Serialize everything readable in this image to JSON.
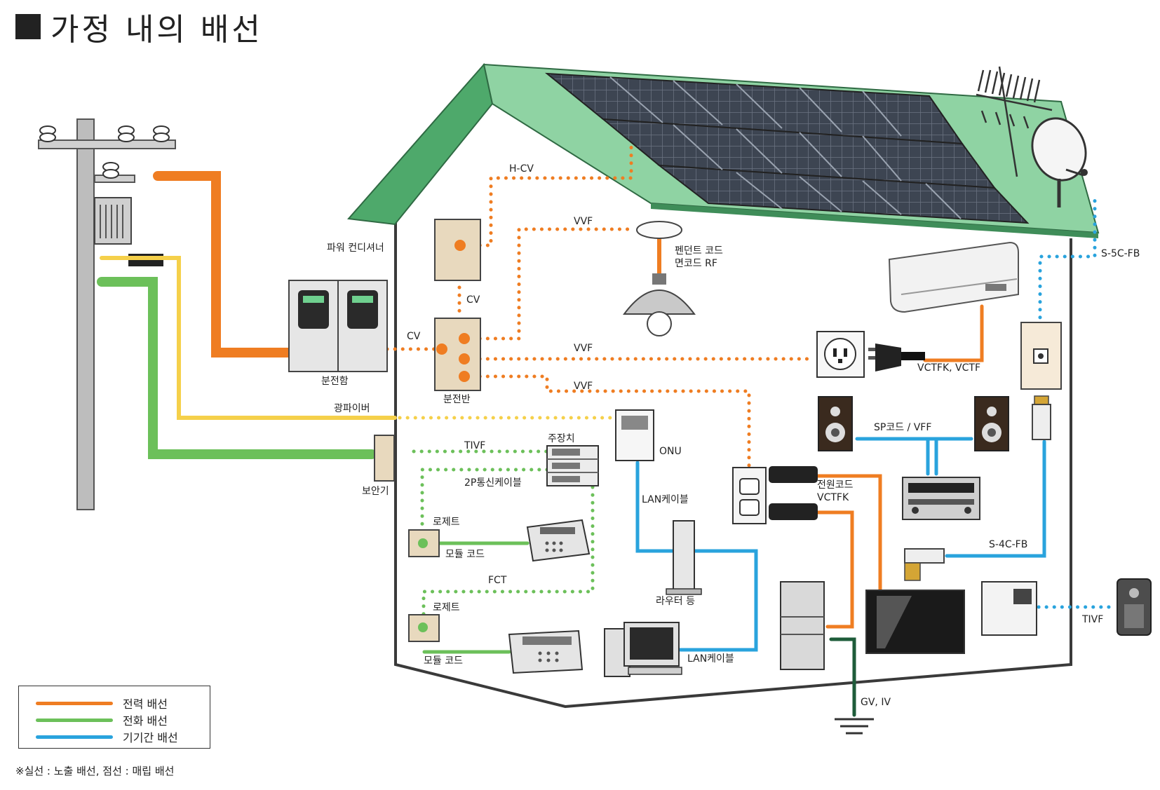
{
  "title": "가정 내의 배선",
  "labels": {
    "power_conditioner": "파워 컨디셔너",
    "h_cv": "H-CV",
    "vvf_top": "VVF",
    "pendant": "펜던트 코드\n면코드 RF",
    "cv_vertical": "CV",
    "cv_main": "CV",
    "meter_box": "분전함",
    "panel": "분전반",
    "vvf_mid": "VVF",
    "vvf_low": "VVF",
    "vctfk_vctf": "VCTFK, VCTF",
    "s5c_fb": "S-5C-FB",
    "fiber": "광파이버",
    "onu": "ONU",
    "tivf_top": "TIVF",
    "main_unit": "주장치",
    "two_pair": "2P통신케이블",
    "protector": "보안기",
    "rosette_1": "로제트",
    "module_cord_1": "모듈 코드",
    "fct": "FCT",
    "rosette_2": "로제트",
    "module_cord_2": "모듈 코드",
    "lan_cable_1": "LAN케이블",
    "router": "라우터 등",
    "lan_cable_2": "LAN케이블",
    "sp_cord": "SP코드 / VFF",
    "power_cord": "전원코드\nVCTFK",
    "s4c_fb": "S-4C-FB",
    "tivf_right": "TIVF",
    "gv_iv": "GV, IV"
  },
  "legend": [
    {
      "label": "전력 배선",
      "color": "#ef7d22"
    },
    {
      "label": "전화 배선",
      "color": "#6cc05a"
    },
    {
      "label": "기기간 배선",
      "color": "#29a3dd"
    }
  ],
  "note": "※실선 : 노출 배선, 점선 : 매립 배선",
  "colors": {
    "power": "#ef7d22",
    "phone": "#6cc05a",
    "device": "#29a3dd",
    "fiber": "#f5d04a",
    "ground": "#1e5c3a",
    "roof": "#5dbb7b",
    "panel_beige": "#e8d9be"
  },
  "icons": [
    "utility-pole-icon",
    "solar-panel-icon",
    "tv-antenna-icon",
    "satellite-dish-icon",
    "meter-box-icon",
    "distribution-panel-icon",
    "power-conditioner-icon",
    "pendant-lamp-icon",
    "air-conditioner-icon",
    "outlet-icon",
    "plug-icon",
    "onu-icon",
    "main-unit-icon",
    "protector-icon",
    "rosette-icon",
    "telephone-icon",
    "fax-phone-icon",
    "router-icon",
    "desktop-pc-icon",
    "speaker-icon",
    "av-receiver-icon",
    "wall-outlet-icon",
    "refrigerator-icon",
    "tv-icon",
    "intercom-icon",
    "door-camera-icon",
    "tv-terminal-icon",
    "f-connector-icon",
    "l-connector-icon",
    "ground-icon"
  ]
}
